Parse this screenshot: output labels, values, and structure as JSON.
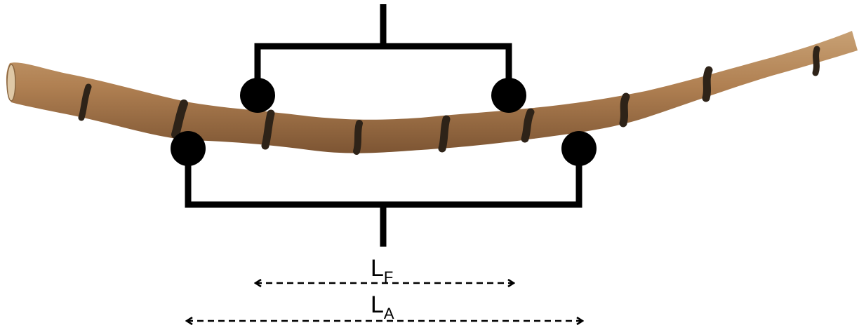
{
  "diagram": {
    "loading_frame_label": {
      "main": "L",
      "sub": "F"
    },
    "support_frame_label": {
      "main": "L",
      "sub": "A"
    }
  },
  "colors": {
    "fixture": "#000000",
    "stick_light": "#c29a6c",
    "stick_mid": "#a8794c",
    "stick_dark": "#7d5533",
    "node_band": "#2e2318",
    "background": "#ffffff"
  }
}
